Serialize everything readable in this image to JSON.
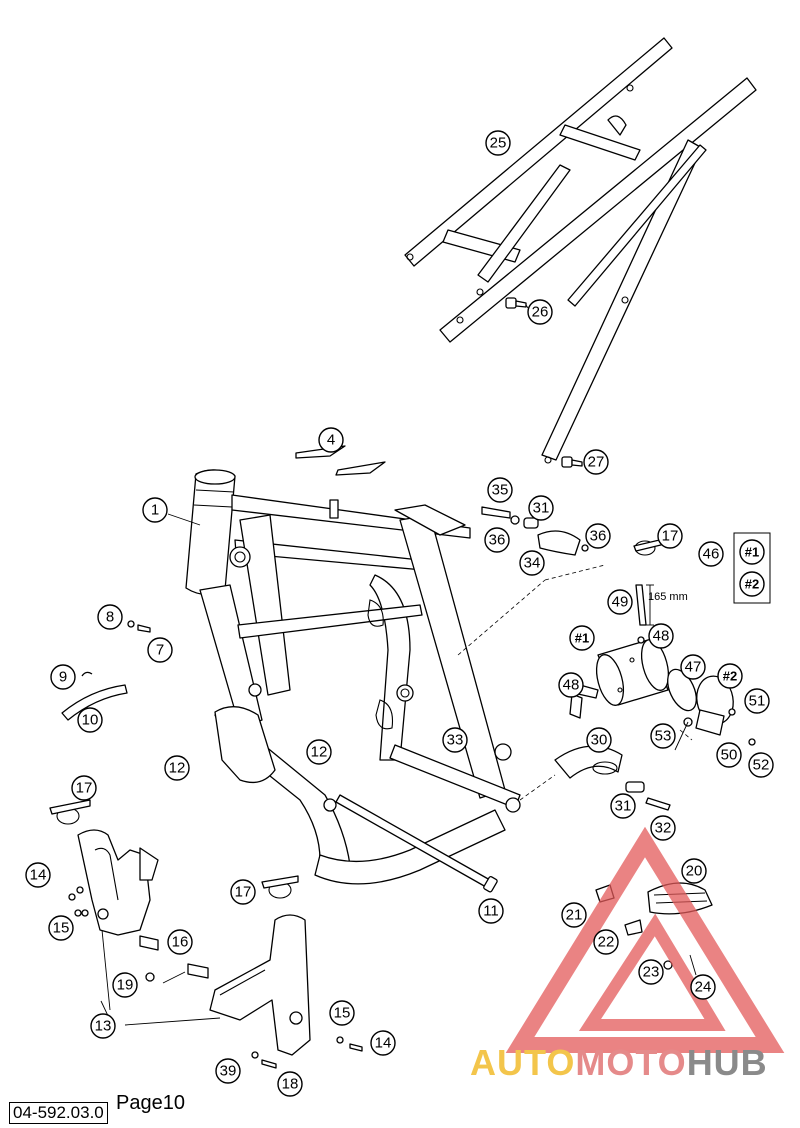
{
  "document": {
    "page_label": "Page10",
    "drawing_code": "04-592.03.0"
  },
  "callouts": [
    {
      "id": "c25",
      "label": "25"
    },
    {
      "id": "c26",
      "label": "26"
    },
    {
      "id": "c27",
      "label": "27"
    },
    {
      "id": "c4",
      "label": "4"
    },
    {
      "id": "c1",
      "label": "1"
    },
    {
      "id": "c35",
      "label": "35"
    },
    {
      "id": "c31a",
      "label": "31"
    },
    {
      "id": "c36a",
      "label": "36"
    },
    {
      "id": "c36b",
      "label": "36"
    },
    {
      "id": "c34",
      "label": "34"
    },
    {
      "id": "c17a",
      "label": "17"
    },
    {
      "id": "c46",
      "label": "46"
    },
    {
      "id": "c8",
      "label": "8"
    },
    {
      "id": "c7",
      "label": "7"
    },
    {
      "id": "c49",
      "label": "49"
    },
    {
      "id": "c48a",
      "label": "48"
    },
    {
      "id": "c9",
      "label": "9"
    },
    {
      "id": "c10",
      "label": "10"
    },
    {
      "id": "c47",
      "label": "47"
    },
    {
      "id": "c48b",
      "label": "48"
    },
    {
      "id": "c51",
      "label": "51"
    },
    {
      "id": "c53",
      "label": "53"
    },
    {
      "id": "c33",
      "label": "33"
    },
    {
      "id": "c30",
      "label": "30"
    },
    {
      "id": "c12a",
      "label": "12"
    },
    {
      "id": "c12b",
      "label": "12"
    },
    {
      "id": "c50",
      "label": "50"
    },
    {
      "id": "c52",
      "label": "52"
    },
    {
      "id": "c17b",
      "label": "17"
    },
    {
      "id": "c31b",
      "label": "31"
    },
    {
      "id": "c32",
      "label": "32"
    },
    {
      "id": "c14a",
      "label": "14"
    },
    {
      "id": "c20",
      "label": "20"
    },
    {
      "id": "c11",
      "label": "11"
    },
    {
      "id": "c17c",
      "label": "17"
    },
    {
      "id": "c15a",
      "label": "15"
    },
    {
      "id": "c16",
      "label": "16"
    },
    {
      "id": "c21",
      "label": "21"
    },
    {
      "id": "c22",
      "label": "22"
    },
    {
      "id": "c19",
      "label": "19"
    },
    {
      "id": "c23",
      "label": "23"
    },
    {
      "id": "c24",
      "label": "24"
    },
    {
      "id": "c13",
      "label": "13"
    },
    {
      "id": "c15b",
      "label": "15"
    },
    {
      "id": "c14b",
      "label": "14"
    },
    {
      "id": "c39",
      "label": "39"
    },
    {
      "id": "c18",
      "label": "18"
    }
  ],
  "variant_tags": [
    {
      "id": "v1_legend",
      "label": "#1"
    },
    {
      "id": "v2_legend",
      "label": "#2"
    },
    {
      "id": "v1_part",
      "label": "#1"
    },
    {
      "id": "v2_part",
      "label": "#2"
    }
  ],
  "dimension_label": "165 mm",
  "watermark": {
    "part1": "AUTO",
    "part2": "MOTO",
    "part3": "HUB",
    "color1": "#F3C54B",
    "color2": "#E58A8A",
    "color3": "#8A8A8A",
    "logo_color": "#E35A5A"
  }
}
